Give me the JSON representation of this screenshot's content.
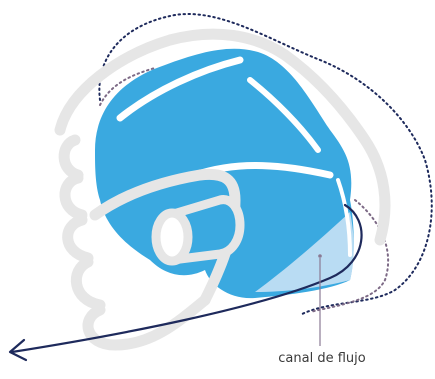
{
  "callout": {
    "label": "canal de flujo"
  },
  "colors": {
    "fill_primary": "#3aa9e0",
    "fill_channel": "#b9dcf3",
    "outline_light": "#e6e6e6",
    "dotted_navy": "#1e2a5c",
    "dotted_mauve": "#7d6a86",
    "arrow_navy": "#1e2a5c",
    "callout_line": "#8a7a94",
    "text": "#3a3a3a"
  },
  "icons": {
    "flow_arrow": "arrow-left-down",
    "mask": "nasal-mask-shape"
  }
}
